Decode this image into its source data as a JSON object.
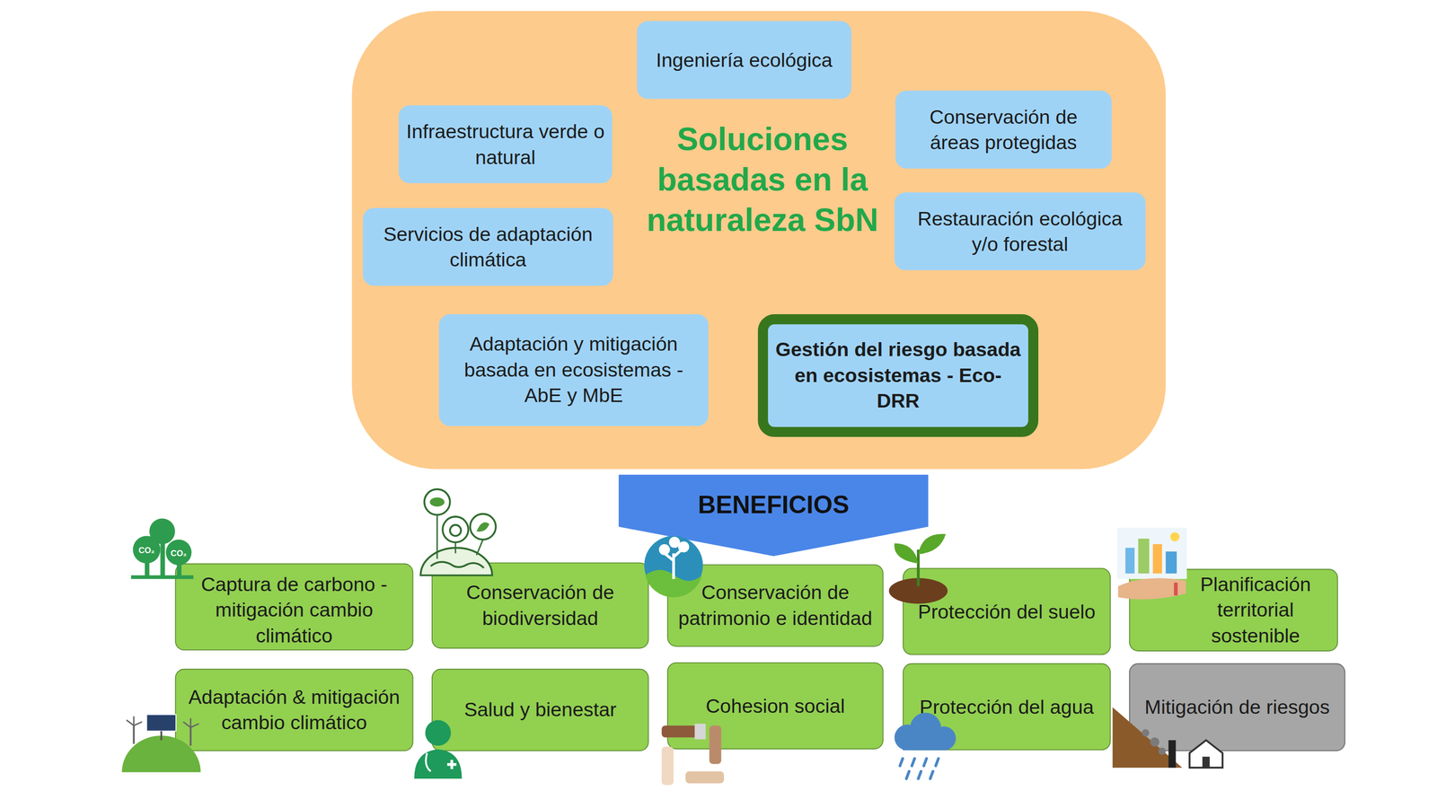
{
  "diagram": {
    "nodes": [
      {
        "text": [
          "Soluciones basadas en la naturaleza SbN"
        ]
      },
      {
        "text": [
          "Ingeniería ecológica"
        ],
        "in": 0
      },
      {
        "text": [
          "Infraestructura verde o natural"
        ],
        "in": 0
      },
      {
        "text": [
          "Conservación de áreas protegidas"
        ],
        "in": 0
      },
      {
        "text": [
          "Servicios de adaptación climática"
        ],
        "in": 0
      },
      {
        "text": [
          "Restauración ecológica y/o forestal"
        ],
        "in": 0
      },
      {
        "text": [
          "Adaptación y mitigación basada en ecosistemas - AbE y MbE"
        ],
        "in": 0
      },
      {
        "text": [
          "Gestión del riesgo basada en ecosistemas - Eco-DRR"
        ],
        "in": 0
      },
      {
        "text": [
          "BENEFICIOS"
        ]
      },
      {
        "text": [
          "Captura de carbono - mitigación cambio climático"
        ]
      },
      {
        "text": [
          "Conservación de biodiversidad"
        ]
      },
      {
        "text": [
          "Conservación de patrimonio e identidad"
        ]
      },
      {
        "text": [
          "Protección del suelo"
        ]
      },
      {
        "text": [
          "Planificación territorial sostenible"
        ]
      },
      {
        "text": [
          "Adaptación & mitigación cambio climático"
        ]
      },
      {
        "text": [
          "Salud y bienestar"
        ]
      },
      {
        "text": [
          "Cohesion social"
        ]
      },
      {
        "text": [
          "Protección del agua"
        ]
      },
      {
        "text": [
          "Mitigación de riesgos"
        ]
      }
    ],
    "labels": [
      "CO₂",
      "CO₂"
    ]
  }
}
